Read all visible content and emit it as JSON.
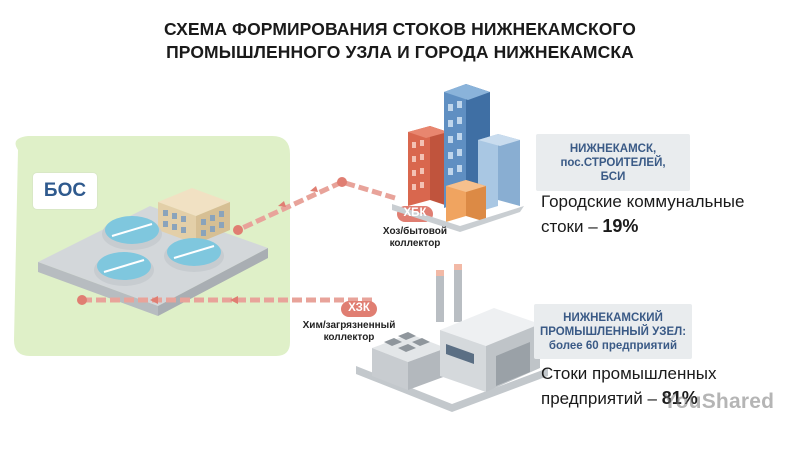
{
  "title": {
    "line1": "СХЕМА ФОРМИРОВАНИЯ СТОКОВ НИЖНЕКАМСКОГО",
    "line2": "ПРОМЫШЛЕННОГО УЗЛА И ГОРОДА НИЖНЕКАМСКА"
  },
  "bos": {
    "label": "БОС"
  },
  "pipes": {
    "household": {
      "tag": "ХБК",
      "label_line1": "Хоз/бытовой",
      "label_line2": "коллектор"
    },
    "chemical": {
      "tag": "ХЗК",
      "label_line1": "Хим/загрязненный",
      "label_line2": "коллектор"
    }
  },
  "city": {
    "tag_line1": "НИЖНЕКАМСК,",
    "tag_line2": "пос.СТРОИТЕЛЕЙ,",
    "tag_line3": "БСИ",
    "note_line1": "Городские коммунальные",
    "note_line2_prefix": "стоки  – ",
    "note_value": "19%"
  },
  "industry": {
    "tag_line1": "НИЖНЕКАМСКИЙ",
    "tag_line2": "ПРОМЫШЛЕННЫЙ УЗЕЛ:",
    "tag_line3": "более 60 предприятий",
    "note_line1": "Стоки промышленных",
    "note_line2_prefix": "предприятий – ",
    "note_value": "81%"
  },
  "watermark": "YouShared",
  "colors": {
    "pipe": "#e8a39a",
    "pipe_marker": "#e07e72",
    "bos_area": "#dff0c8",
    "tag_text": "#3a5a86",
    "water": "#7fc7de"
  }
}
